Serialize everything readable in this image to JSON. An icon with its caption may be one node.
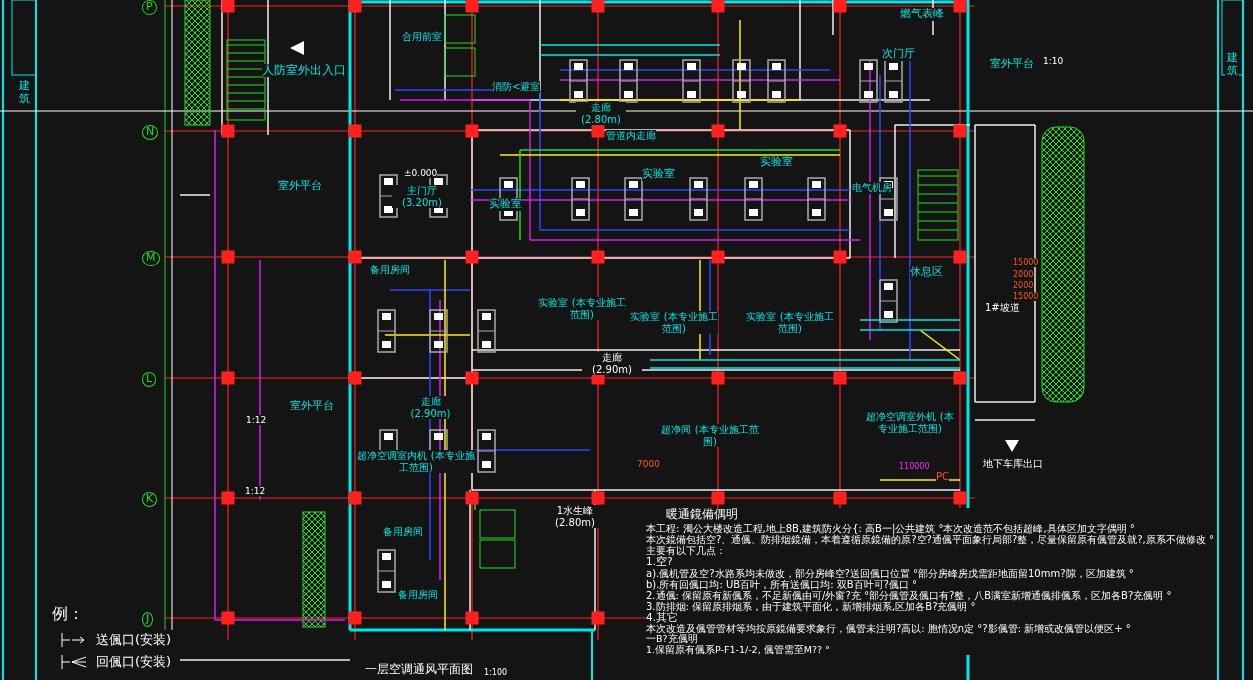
{
  "diagram": {
    "title": "一层空调通风平面图",
    "labels": [
      "人防室外出入口",
      "室外平台",
      "室外平台",
      "室外平台",
      "合用前室",
      "消防<避室",
      "走廊 (2.80m)",
      "燃气表峰",
      "次门厅",
      "主门厅 (3.20m)",
      "管道内走廊",
      "实验室",
      "实验室",
      "实验室",
      "电气机房",
      "备用房间",
      "实验室 (本专业施工范围)",
      "实验室 (本专业施工范围)",
      "实验室 (本专业施工范围)",
      "休息区",
      "1#坡道",
      "15000",
      "2000",
      "2000",
      "15000",
      "走廊 (2.90m)",
      "走廊 (2.90m)",
      "超净空调室内机 (本专业施工范围)",
      "超净间 (本专业施工范围)",
      "超净空调室外机 (本专业施工范围)",
      "7000",
      "110000",
      "PC",
      "地下车库出口",
      "1水生峰 (2.80m)",
      "备用房间",
      "备用房间",
      "±0.000",
      "P",
      "N",
      "M",
      "L",
      "K",
      "J",
      "1:12",
      "1:12",
      "1:10",
      "例：",
      "1:100",
      "建筑",
      "建筑",
      "暖通鏡備偶明",
      "本工程: 濁公大楼改造工程,地上8B,建筑防火分{: 高B一|公共建筑 °本次改造范不包括超峰,具体区加文字偶明 °",
      "本次鏡備包括空?、通偑、防排烟鏡備，本着遵循原鏡備的原?空?通偑平面象行局部?整，尽量保留原有偑管及就?,原系不做修改 °主要有以下几点：",
      "1.空?",
      "a).偑机管及空?水路系均未做改，部分房峰空?送回偑口位置 °部分房峰房戊需距地面留10mm?隙，区加建筑 °",
      "b).所有回偑口均: UB百叶，所有送偑口均: 双B百叶可?偑口 °",
      "2.通偑: 保留原有新偑系，不足新偑由可/外窗?充 °部分偑管及偑口有?整，八B满室新增通偑排偑系，区加各B?充偑明 °",
      "3.防排烟: 保留原排烟系，由于建筑平面化，新增排烟系,区加各B?充偑明 °",
      "4.其它",
      "本次改造及偑管管材等均按原鏡備要求象行，偑管未注明?高以: 胞情况n定 °?影偑管: 新增或改偑管以便区+ °",
      "一B?充偑明",
      "1.保留原有偑系P-F1-1/-2, 偑管需至M?? °"
    ],
    "legend": [
      {
        "text": "送偑口(安装)"
      },
      {
        "text": "回偑口(安装)"
      }
    ]
  }
}
